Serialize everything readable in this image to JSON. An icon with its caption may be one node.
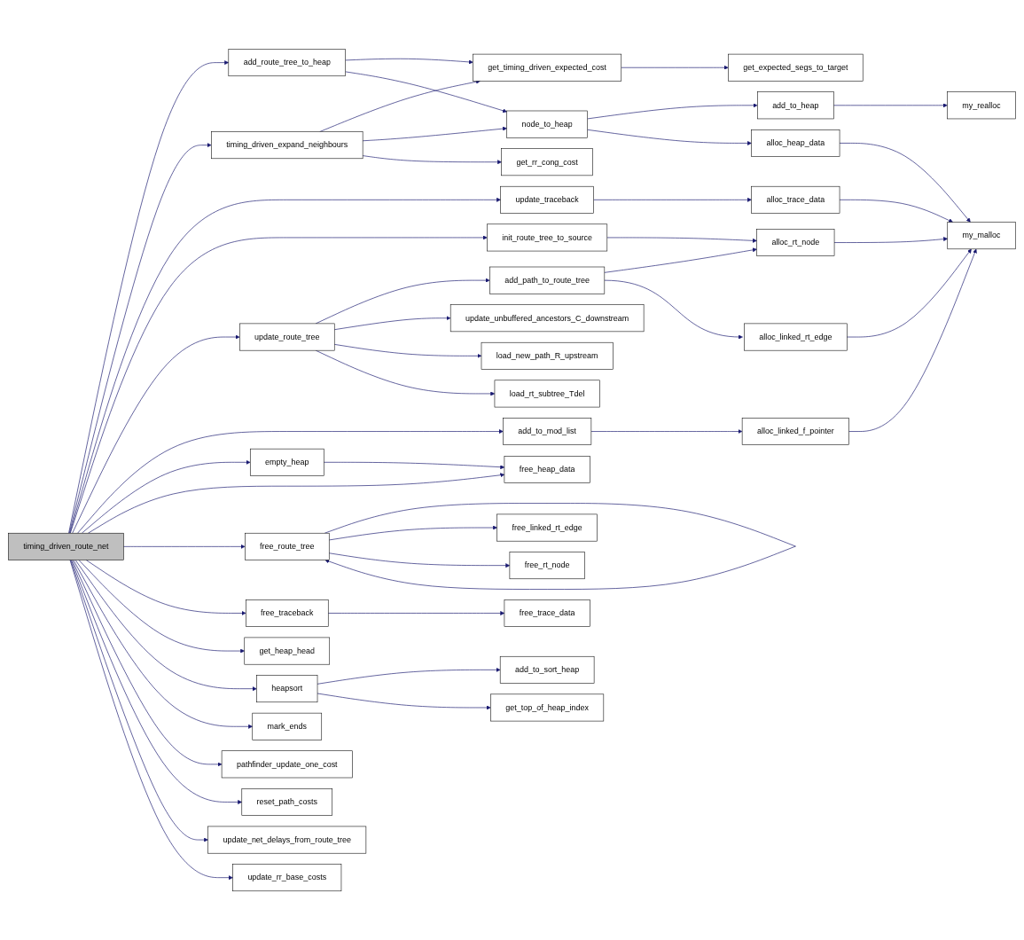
{
  "diagram": {
    "nodes": [
      {
        "text": [
          "timing_driven_route_net"
        ]
      },
      {
        "text": [
          "add_route_tree_to_heap"
        ]
      },
      {
        "text": [
          "timing_driven_expand_neighbours"
        ]
      },
      {
        "text": [
          "init_route_tree_to_source"
        ]
      },
      {
        "text": [
          "update_route_tree"
        ]
      },
      {
        "text": [
          "empty_heap"
        ]
      },
      {
        "text": [
          "free_route_tree"
        ]
      },
      {
        "text": [
          "free_traceback"
        ]
      },
      {
        "text": [
          "get_heap_head"
        ]
      },
      {
        "text": [
          "heapsort"
        ]
      },
      {
        "text": [
          "mark_ends"
        ]
      },
      {
        "text": [
          "pathfinder_update_one_cost"
        ]
      },
      {
        "text": [
          "reset_path_costs"
        ]
      },
      {
        "text": [
          "update_net_delays_from_route_tree"
        ]
      },
      {
        "text": [
          "update_rr_base_costs"
        ]
      },
      {
        "text": [
          "get_timing_driven_expected_cost"
        ]
      },
      {
        "text": [
          "node_to_heap"
        ]
      },
      {
        "text": [
          "get_rr_cong_cost"
        ]
      },
      {
        "text": [
          "update_traceback"
        ]
      },
      {
        "text": [
          "add_path_to_route_tree"
        ]
      },
      {
        "text": [
          "update_unbuffered_ancestors_C_downstream"
        ]
      },
      {
        "text": [
          "load_new_path_R_upstream"
        ]
      },
      {
        "text": [
          "load_rt_subtree_Tdel"
        ]
      },
      {
        "text": [
          "add_to_mod_list"
        ]
      },
      {
        "text": [
          "free_heap_data"
        ]
      },
      {
        "text": [
          "free_linked_rt_edge"
        ]
      },
      {
        "text": [
          "free_rt_node"
        ]
      },
      {
        "text": [
          "free_trace_data"
        ]
      },
      {
        "text": [
          "add_to_sort_heap"
        ]
      },
      {
        "text": [
          "get_top_of_heap_index"
        ]
      },
      {
        "text": [
          "get_expected_segs_to_target"
        ]
      },
      {
        "text": [
          "add_to_heap"
        ]
      },
      {
        "text": [
          "alloc_heap_data"
        ]
      },
      {
        "text": [
          "alloc_trace_data"
        ]
      },
      {
        "text": [
          "alloc_rt_node"
        ]
      },
      {
        "text": [
          "alloc_linked_rt_edge"
        ]
      },
      {
        "text": [
          "alloc_linked_f_pointer"
        ]
      },
      {
        "text": [
          "my_realloc"
        ]
      },
      {
        "text": [
          "my_malloc"
        ]
      }
    ],
    "edges": [
      {
        "from": 0,
        "to": 1,
        "arrow": "to"
      },
      {
        "from": 0,
        "to": 2,
        "arrow": "to"
      },
      {
        "from": 0,
        "to": 18,
        "arrow": "to"
      },
      {
        "from": 0,
        "to": 3,
        "arrow": "to"
      },
      {
        "from": 0,
        "to": 4,
        "arrow": "to"
      },
      {
        "from": 0,
        "to": 23,
        "arrow": "to"
      },
      {
        "from": 0,
        "to": 5,
        "arrow": "to"
      },
      {
        "from": 0,
        "to": 24,
        "arrow": "to"
      },
      {
        "from": 0,
        "to": 6,
        "arrow": "to"
      },
      {
        "from": 0,
        "to": 7,
        "arrow": "to"
      },
      {
        "from": 0,
        "to": 8,
        "arrow": "to"
      },
      {
        "from": 0,
        "to": 9,
        "arrow": "to"
      },
      {
        "from": 0,
        "to": 10,
        "arrow": "to"
      },
      {
        "from": 0,
        "to": 11,
        "arrow": "to"
      },
      {
        "from": 0,
        "to": 12,
        "arrow": "to"
      },
      {
        "from": 0,
        "to": 13,
        "arrow": "to"
      },
      {
        "from": 0,
        "to": 14,
        "arrow": "to"
      },
      {
        "from": 1,
        "to": 15,
        "arrow": "to"
      },
      {
        "from": 1,
        "to": 16,
        "arrow": "to"
      },
      {
        "from": 2,
        "to": 15,
        "arrow": "to"
      },
      {
        "from": 2,
        "to": 16,
        "arrow": "to"
      },
      {
        "from": 2,
        "to": 17,
        "arrow": "to"
      },
      {
        "from": 3,
        "to": 34,
        "arrow": "to"
      },
      {
        "from": 4,
        "to": 19,
        "arrow": "to"
      },
      {
        "from": 4,
        "to": 20,
        "arrow": "to"
      },
      {
        "from": 4,
        "to": 21,
        "arrow": "to"
      },
      {
        "from": 4,
        "to": 22,
        "arrow": "to"
      },
      {
        "from": 5,
        "to": 24,
        "arrow": "to"
      },
      {
        "from": 6,
        "to": 6,
        "arrow": "to"
      },
      {
        "from": 6,
        "to": 25,
        "arrow": "to"
      },
      {
        "from": 6,
        "to": 26,
        "arrow": "to"
      },
      {
        "from": 7,
        "to": 27,
        "arrow": "to"
      },
      {
        "from": 9,
        "to": 28,
        "arrow": "to"
      },
      {
        "from": 9,
        "to": 29,
        "arrow": "to"
      },
      {
        "from": 15,
        "to": 30,
        "arrow": "to"
      },
      {
        "from": 16,
        "to": 31,
        "arrow": "to"
      },
      {
        "from": 16,
        "to": 32,
        "arrow": "to"
      },
      {
        "from": 18,
        "to": 33,
        "arrow": "to"
      },
      {
        "from": 19,
        "to": 34,
        "arrow": "to"
      },
      {
        "from": 19,
        "to": 35,
        "arrow": "to"
      },
      {
        "from": 23,
        "to": 36,
        "arrow": "to"
      },
      {
        "from": 31,
        "to": 37,
        "arrow": "to"
      },
      {
        "from": 32,
        "to": 38,
        "arrow": "to"
      },
      {
        "from": 33,
        "to": 38,
        "arrow": "to"
      },
      {
        "from": 34,
        "to": 38,
        "arrow": "to"
      },
      {
        "from": 35,
        "to": 38,
        "arrow": "to"
      },
      {
        "from": 36,
        "to": 38,
        "arrow": "to"
      }
    ]
  }
}
